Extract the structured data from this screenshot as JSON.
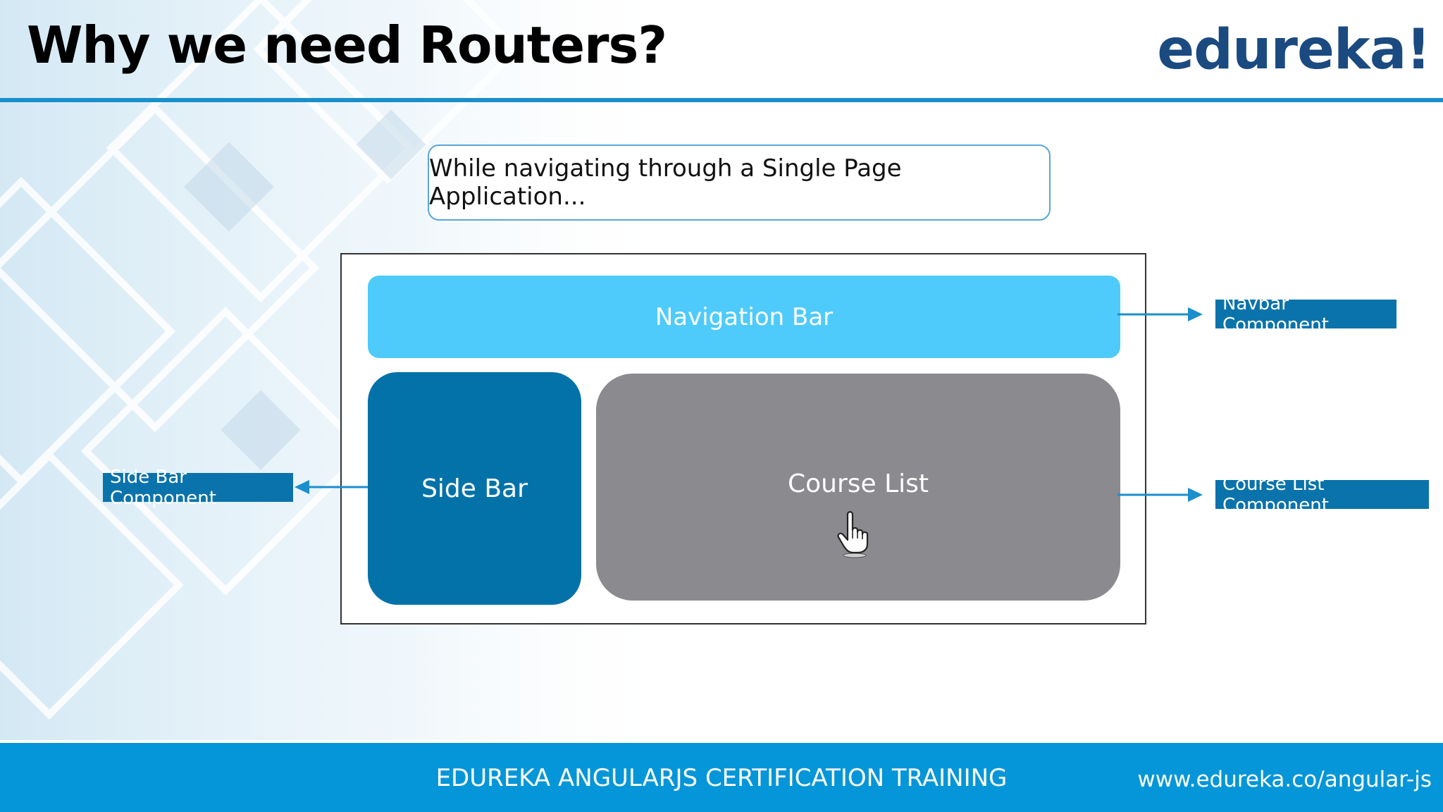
{
  "slide": {
    "title": "Why we need Routers?",
    "logo_text": "edureka!",
    "callout": "While navigating through a Single Page Application..."
  },
  "layout_boxes": {
    "navbar": "Navigation Bar",
    "sidebar": "Side Bar",
    "course_list": "Course List"
  },
  "components": {
    "navbar": "Navbar Component",
    "course_list": "Course List Component",
    "sidebar": "Side Bar Component"
  },
  "footer": {
    "center": "EDUREKA ANGULARJS CERTIFICATION TRAINING",
    "url": "www.edureka.co/angular-js"
  },
  "colors": {
    "accent": "#1a8fcc",
    "navbar": "#4ecbfb",
    "sidebar": "#0272a8",
    "course_list": "#8a8a8f",
    "component_tag": "#0b73ab",
    "footer": "#0496d8",
    "logo": "#1a4a80"
  },
  "icons": {
    "cursor": "hand-pointer-icon"
  }
}
